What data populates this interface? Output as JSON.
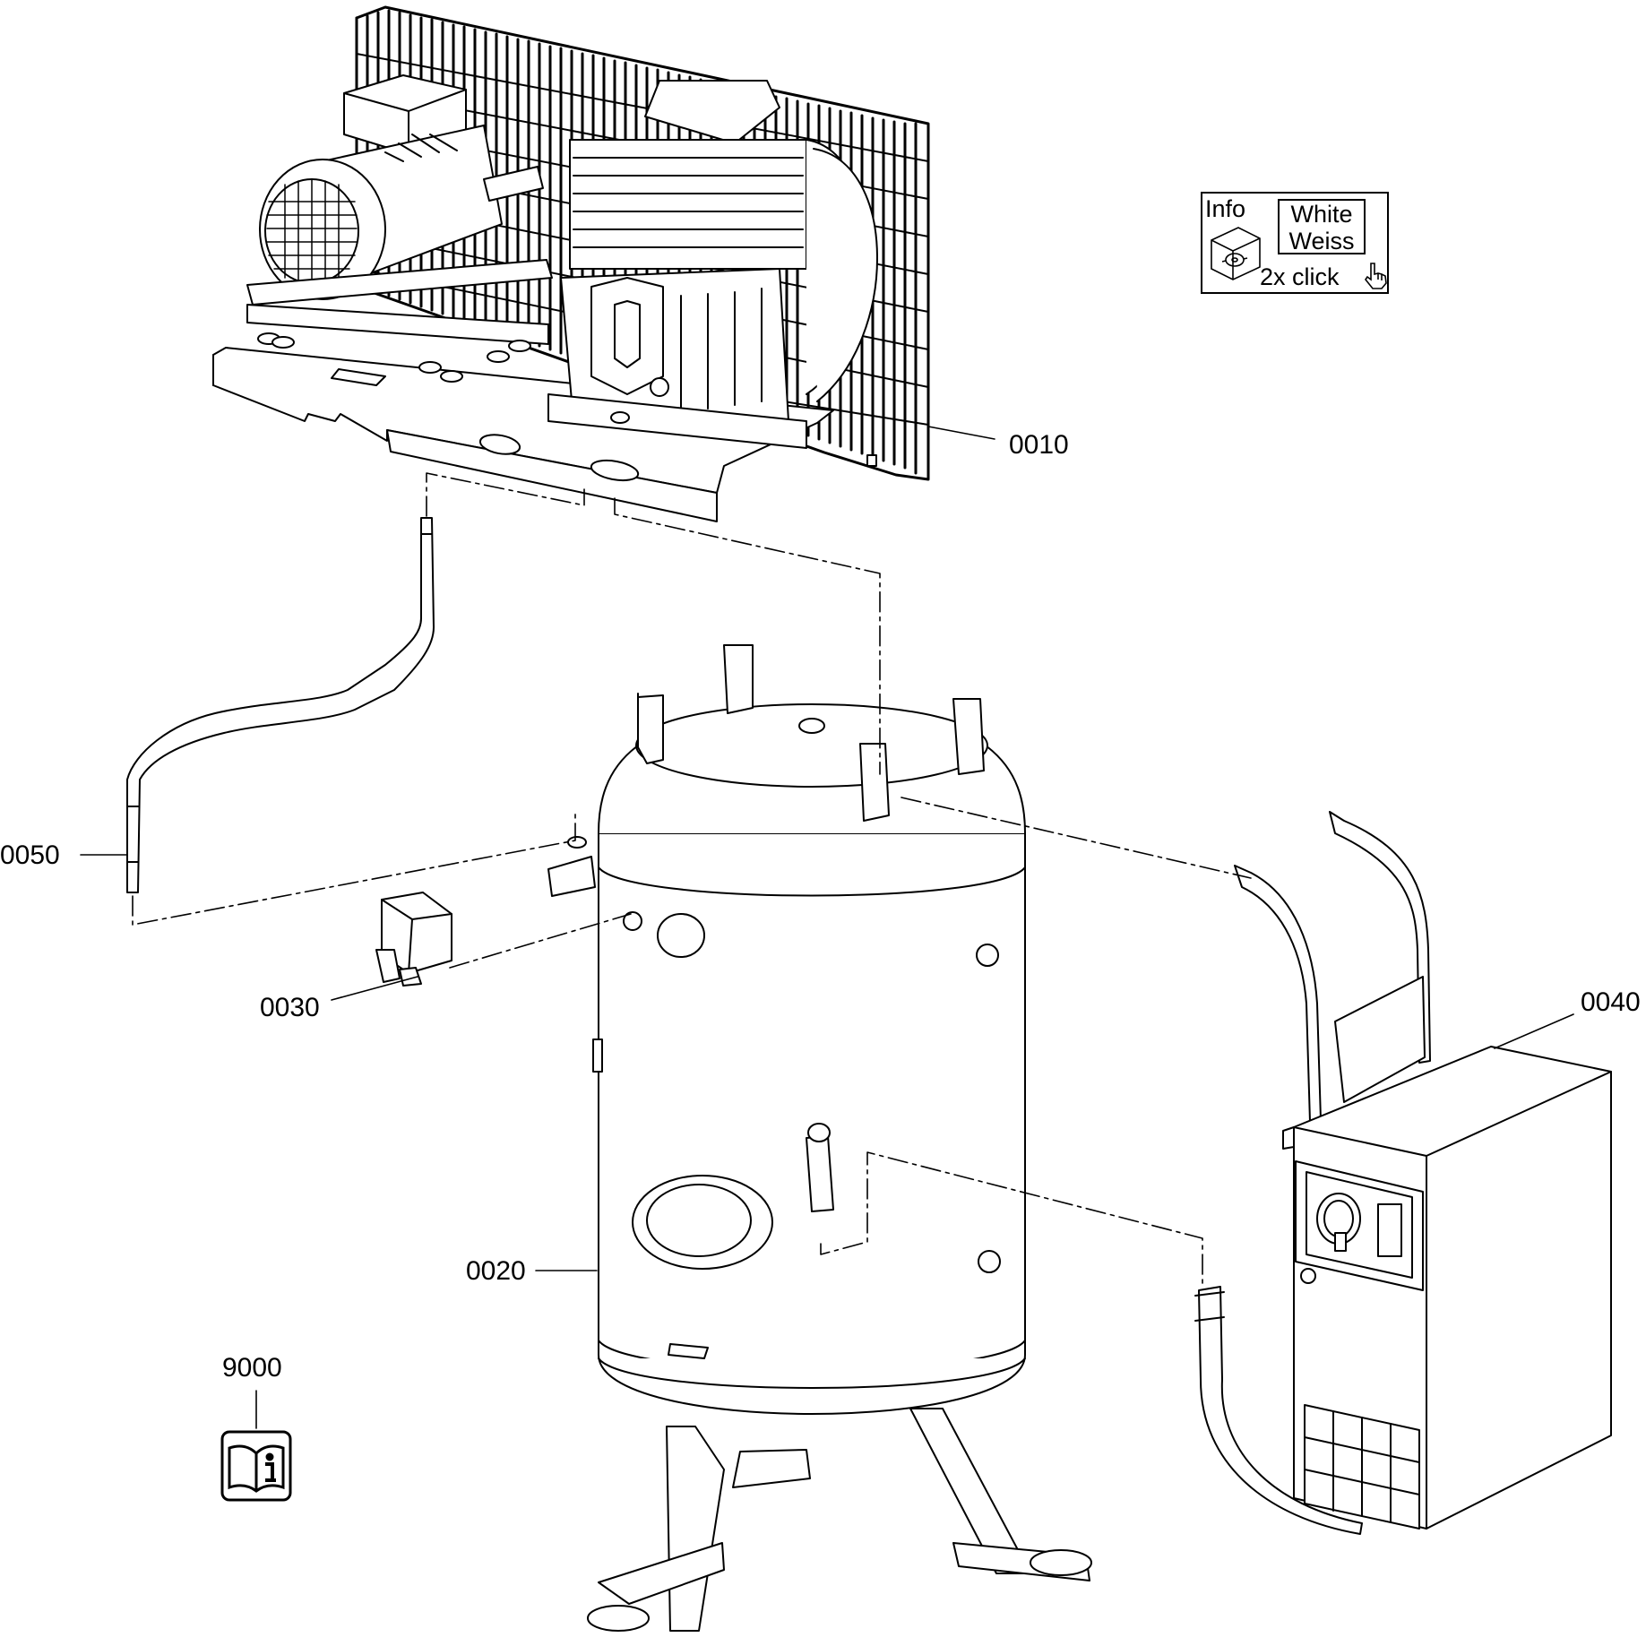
{
  "callouts": {
    "p0010": "0010",
    "p0020": "0020",
    "p0030": "0030",
    "p0040": "0040",
    "p0050": "0050",
    "p9000": "9000"
  },
  "info_box": {
    "label": "Info",
    "line1": "White",
    "line2": "Weiss",
    "action": "2x click"
  },
  "icons": [
    "info-disc-icon",
    "hand-pointer-icon",
    "manual-book-icon"
  ],
  "colors": {
    "line": "#000000",
    "background": "#ffffff"
  }
}
